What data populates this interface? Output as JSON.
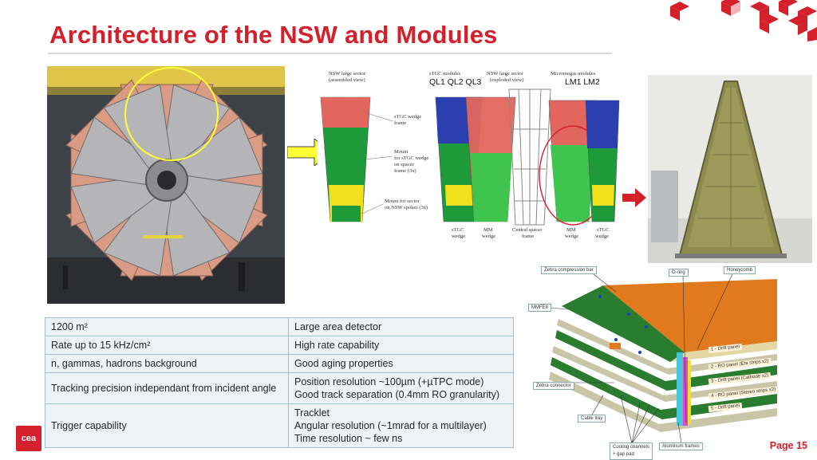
{
  "title": "Architecture of the NSW and Modules",
  "page_number": "Page 15",
  "logo_text": "cea",
  "table": {
    "rows": [
      {
        "left": "1200 m²",
        "right": [
          "Large area detector"
        ]
      },
      {
        "left": "Rate up to 15 kHz/cm²",
        "right": [
          "High rate capability"
        ]
      },
      {
        "left": "n, gammas, hadrons background",
        "right": [
          "Good aging properties"
        ]
      },
      {
        "left": "Tracking precision independant from incident angle",
        "right": [
          "Position resolution ~100µm (+µTPC mode)",
          "Good track separation (0.4mm RO granularity)"
        ]
      },
      {
        "left": "Trigger capability",
        "right": [
          "Tracklet",
          "Angular resolution (~1mrad for a multilayer)",
          "Time resolution ~ few ns"
        ]
      }
    ]
  },
  "drawing": {
    "assembled_label": [
      "NSW large sector",
      "(assembled view)"
    ],
    "stgc_modules_label": [
      "sTGC modules",
      "QL1 QL2 QL3"
    ],
    "exploded_label": [
      "NSW large sector",
      "(exploded view)"
    ],
    "mm_modules_label": [
      "Micromegas modules",
      "LM1  LM2"
    ],
    "stgc_wedge_frame": [
      "sTGC wedge",
      "frame"
    ],
    "mount_stgc": [
      "Mount",
      "for sTGC wedge",
      "on spacer",
      "frame (3x)"
    ],
    "mount_sector": [
      "Mount for sector",
      "on NSW spokes (3x)"
    ],
    "bottom_labels": [
      [
        "sTGC",
        "wedge"
      ],
      [
        "MM",
        "wedge"
      ],
      [
        "Central spacer",
        "frame"
      ],
      [
        "MM",
        "wedge"
      ],
      [
        "sTGC",
        "wedge"
      ]
    ]
  },
  "detail": {
    "zebra_bar": "Zebra compression bar",
    "oring": "O-ring",
    "honeycomb": "Honeycomb",
    "mmfe8": "MMFE8",
    "zebra_connector": "Zebra connector",
    "cable_tray": "Cable tray",
    "cooling": [
      "Cooling channels",
      "+ gap pad"
    ],
    "aluminum_frames": "Aluminum frames",
    "layers": [
      "1 - Drift panel",
      "2 - RO panel (Eta strips x2)",
      "3 - Drift panel (Cathode x2)",
      "4 - RO panel (Stereo strips x2)",
      "5 - Drift panel"
    ]
  },
  "colors": {
    "title_red": "#d4202a",
    "table_bg": "#eef3f6",
    "table_border": "#9fc0d1",
    "stgc_green": "#1e9a3a",
    "stgc_blue": "#2b3fb0",
    "mm_red": "#e3665e",
    "yellow": "#f2e01d",
    "copper_orange": "#e07a1c"
  }
}
